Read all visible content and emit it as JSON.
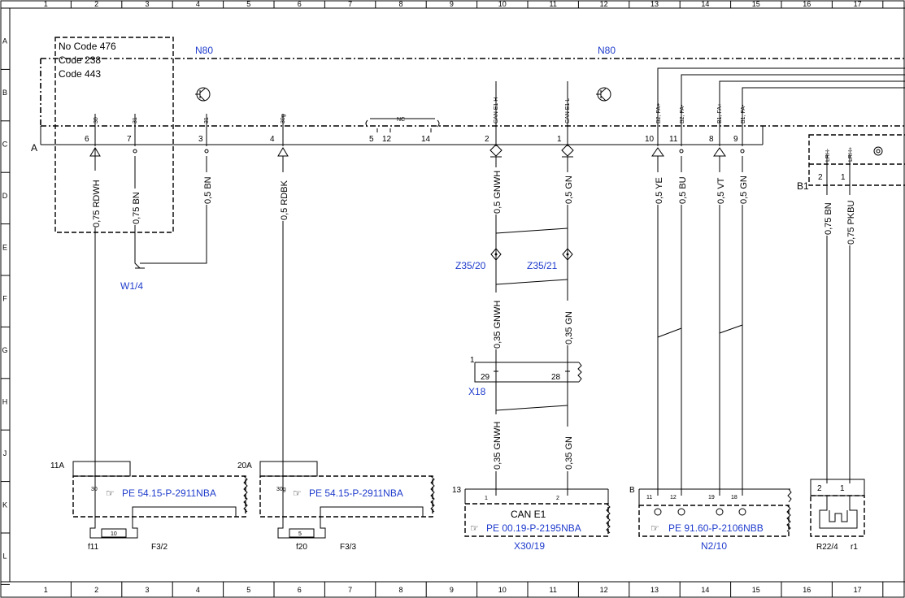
{
  "grid": {
    "columns": [
      "1",
      "2",
      "3",
      "4",
      "5",
      "6",
      "7",
      "8",
      "9",
      "10",
      "11",
      "12",
      "13",
      "14",
      "15",
      "16",
      "17"
    ],
    "rows": [
      "A",
      "B",
      "C",
      "D",
      "E",
      "F",
      "G",
      "H",
      "J",
      "K",
      "L"
    ]
  },
  "codes": [
    "No  Code 476",
    "Code 238",
    "Code 443"
  ],
  "module": {
    "label_left": "N80",
    "label_right": "N80",
    "connector": "A"
  },
  "pins": [
    {
      "name": "30",
      "num": "6"
    },
    {
      "name": "31",
      "num": "7"
    },
    {
      "name": "31",
      "num": "3"
    },
    {
      "name": "30g",
      "num": "4"
    },
    {
      "name": "",
      "num": "5"
    },
    {
      "name": "",
      "num": "12"
    },
    {
      "name": "",
      "num": "14"
    },
    {
      "name": "CAN E1 H",
      "num": "2"
    },
    {
      "name": "CAN E1 L",
      "num": "1"
    },
    {
      "name": "B2, FA+",
      "num": "10"
    },
    {
      "name": "B2, FA-",
      "num": "11"
    },
    {
      "name": "B1, FA+",
      "num": "8"
    },
    {
      "name": "B1, FA-",
      "num": "9"
    }
  ],
  "nc_label": "NC",
  "wires": {
    "w1": "0,75 RDWH",
    "w2": "0,75 BN",
    "w3": "0,5 BN",
    "w4": "0,5 RDBK",
    "w5": "0,5 GNWH",
    "w6": "0,5 GN",
    "w7": "0,35 GNWH",
    "w8": "0,35 GN",
    "w9": "0,35 GNWH",
    "w10": "0,35 GN",
    "w11": "0,5 YE",
    "w12": "0,5 BU",
    "w13": "0,5 VT",
    "w14": "0,5 GN",
    "w15": "0,75 BN",
    "w16": "0,75 PKBU"
  },
  "components": {
    "w14_ground": "W1/4",
    "z35_20": "Z35/20",
    "z35_21": "Z35/21",
    "x18": "X18",
    "x18_pin_a": "1",
    "x18_pin_29": "29",
    "x18_pin_28": "28",
    "b1": "B1",
    "b1_pin_2": "2",
    "b1_pin_1": "1",
    "b1_lrh_neg": "LRH-",
    "b1_lrh_pos": "LRH+",
    "fuse1_block": "11A",
    "fuse1_pin": "30",
    "fuse1_value": "10",
    "fuse1_name": "f11",
    "fuse1_comp": "F3/2",
    "fuse2_block": "20A",
    "fuse2_pin": "30g",
    "fuse2_value": "5",
    "fuse2_name": "f20",
    "fuse2_comp": "F3/3",
    "can_conn": "13",
    "can_pin1": "1",
    "can_pin2": "2",
    "can_title": "CAN E1",
    "can_comp": "X30/19",
    "n2_conn": "B",
    "n2_pins": [
      "11",
      "12",
      "19",
      "18"
    ],
    "n2_comp": "N2/10",
    "r22_pin2": "2",
    "r22_pin1": "1",
    "r22_comp": "R22/4",
    "r22_r": "r1"
  },
  "links": {
    "pe_fuse1": "PE 54.15-P-2911NBA",
    "pe_fuse2": "PE 54.15-P-2911NBA",
    "pe_can": "PE 00.19-P-2195NBA",
    "pe_n2": "PE 91.60-P-2106NBB"
  }
}
